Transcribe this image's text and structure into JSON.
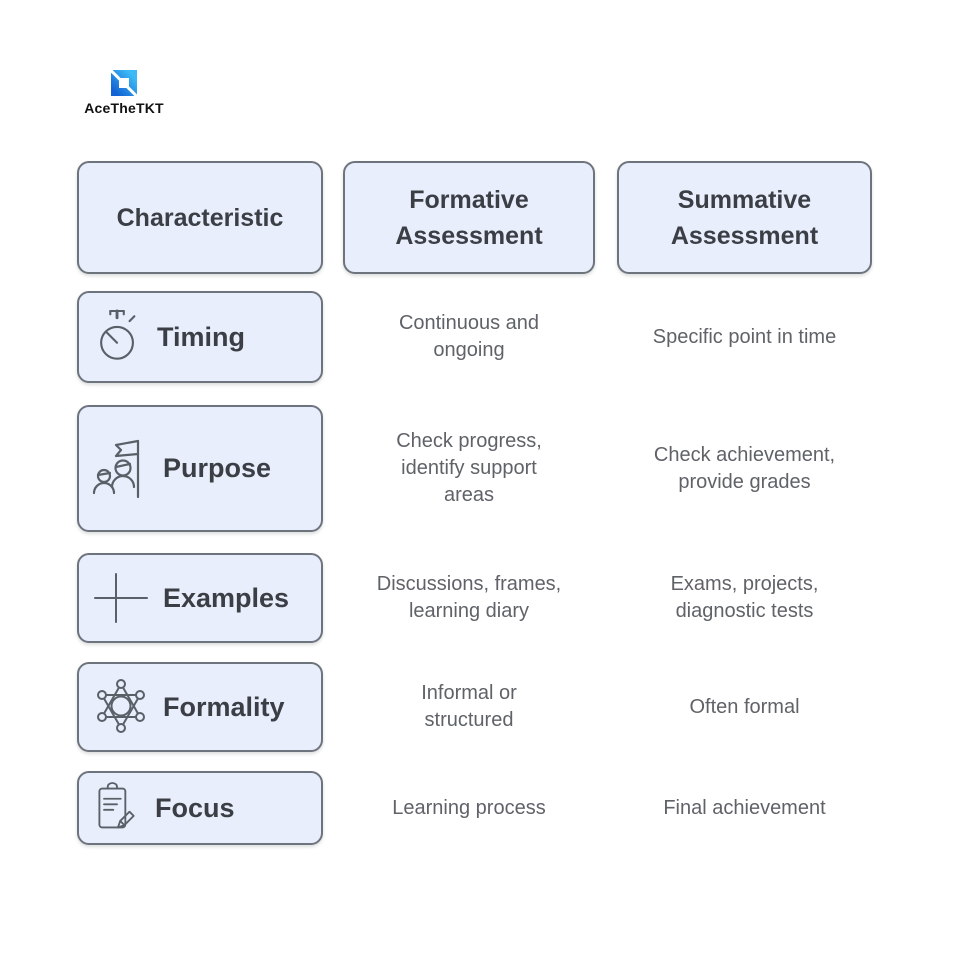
{
  "logo": {
    "text": "AceTheTKT"
  },
  "table": {
    "header": {
      "characteristic": "Characteristic",
      "formative": "Formative\nAssessment",
      "summative": "Summative\nAssessment"
    },
    "rows": [
      {
        "label": "Timing",
        "icon": "stopwatch-icon",
        "formative": "Continuous and\nongoing",
        "summative": "Specific point in time"
      },
      {
        "label": "Purpose",
        "icon": "team-flag-icon",
        "formative": "Check progress,\nidentify support\nareas",
        "summative": "Check achievement,\nprovide grades"
      },
      {
        "label": "Examples",
        "icon": "plus-icon",
        "formative": "Discussions, frames,\nlearning diary",
        "summative": "Exams, projects,\ndiagnostic tests"
      },
      {
        "label": "Formality",
        "icon": "badge-star-icon",
        "formative": "Informal or\nstructured",
        "summative": "Often formal"
      },
      {
        "label": "Focus",
        "icon": "clipboard-pencil-icon",
        "formative": "Learning process",
        "summative": "Final achievement"
      }
    ]
  },
  "colors": {
    "background": "#ffffff",
    "box_fill": "#e8eefb",
    "box_border": "#6e747e",
    "heading_text": "#3b3e45",
    "cell_text": "#5f6368",
    "icon_stroke": "#5a6068",
    "logo_blue_light": "#3cb9f6",
    "logo_blue_dark": "#1263d4",
    "logo_text": "#111111"
  }
}
